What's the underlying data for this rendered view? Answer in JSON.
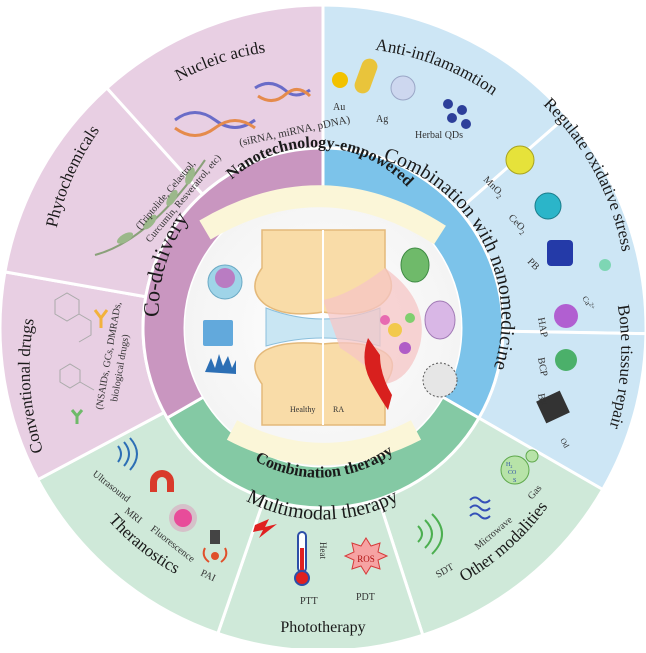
{
  "center": {
    "title_top": "Nanotechnology-empowered",
    "title_bottom": "Combination therapy",
    "label_healthy": "Healthy",
    "label_ra": "RA"
  },
  "inner_ring": {
    "left": "Co-delivery",
    "right": "Combination with nanomedicine",
    "bottom": "Multimodal therapy"
  },
  "outer_ring": {
    "nucleic_acids": {
      "title": "Nucleic acids",
      "detail": "(siRNA, miRNA, pDNA)"
    },
    "phytochemicals": {
      "title": "Phytochemicals",
      "detail_line1": "(Triptolide, Celastrol,",
      "detail_line2": "Curcumin, Resveratrol, etc)"
    },
    "conventional_drugs": {
      "title": "Conventional drugs",
      "detail_line1": "(NSAIDs, GCs, DMRADs,",
      "detail_line2": "biological drugs)"
    },
    "anti_inflammation": {
      "title": "Anti-inflamamtion",
      "items": [
        "Au",
        "Ag",
        "Herbal QDs"
      ]
    },
    "oxidative_stress": {
      "title": "Regulate oxidative stress",
      "items": [
        "MnO",
        "CeO",
        "PB"
      ],
      "sub2": "2"
    },
    "bone_repair": {
      "title": "Bone tissue repair",
      "items": [
        "HAP",
        "BCP",
        "BP"
      ],
      "ion1": "Ca",
      "ion1_sup": "2+",
      "ion2": "Od"
    },
    "theranostics": {
      "title": "Theranostics",
      "items": [
        "Ultrasound",
        "MRI",
        "Fluorescence",
        "PAI"
      ]
    },
    "phototherapy": {
      "title": "Phototherapy",
      "items": [
        "PTT",
        "PDT"
      ],
      "heat": "Heat",
      "ros": "ROS"
    },
    "other_modalities": {
      "title": "Other modalities",
      "items": [
        "SDT",
        "Microwave",
        "Gas"
      ],
      "gas_marks": [
        "H",
        "CO",
        "S"
      ],
      "gas_marks_sub": "2"
    }
  },
  "colors": {
    "purple_outer": "#e8cfe3",
    "purple_inner": "#c996c0",
    "blue_outer": "#cde6f5",
    "blue_inner": "#7cc3ea",
    "green_outer": "#cfe9d9",
    "green_inner": "#84c9a4",
    "center": "#ffffff",
    "banner": "#fbf6d8"
  }
}
